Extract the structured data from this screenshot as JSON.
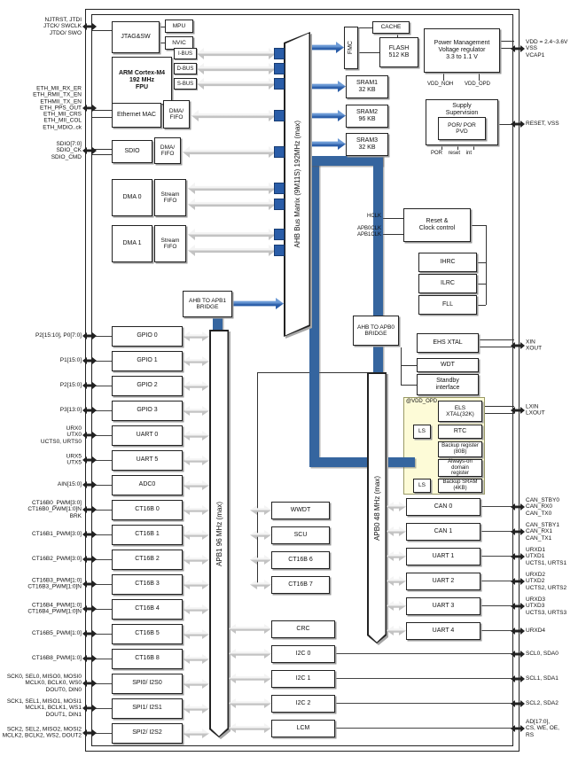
{
  "blocks": {
    "jtag": "JTAG&SW",
    "mpu": "MPU",
    "nvic": "NVIC",
    "cpu": "ARM Cortex-M4\n192 MHz\nFPU",
    "eth": "Ethernet MAC",
    "eth_fifo": "DMA/\nFIFO",
    "sdio": "SDIO",
    "sdio_fifo": "DMA/\nFIFO",
    "dma0": "DMA 0",
    "dma0_fifo": "Stream\nFIFO",
    "dma1": "DMA 1",
    "dma1_fifo": "Stream\nFIFO",
    "matrix": "AHB Bus Matrix (9M11S) 192MHz (max)",
    "fmc": "FMC",
    "cache": "CACHE",
    "flash": "FLASH\n512 KB",
    "pm": "Power Management\nVoltage regulator\n3.3 to 1.1 V",
    "sram1": "SRAM1\n32 KB",
    "sram2": "SRAM2\n96 KB",
    "sram3": "SRAM3\n32 KB",
    "supply": "Supply\nSupervision",
    "por": "POR/ POR\nPVD",
    "por_pins": "POR  reset  int",
    "rcc": "Reset &\nClock control",
    "ihrc": "IHRC",
    "ilrc": "ILRC",
    "fll": "FLL",
    "ehs": "EHS XTAL",
    "wdt": "WDT",
    "standby": "Standby\ninterface",
    "vdd_domain": "@VDD_OPD",
    "els": "ELS\nXTAL(32K)",
    "rtc": "RTC",
    "backup_reg": "Backup register\n(80B)",
    "aod_reg": "Always-on domain\nregister",
    "backup_sram": "Backup SRAM\n(4KB)",
    "ls1": "LS",
    "ls2": "LS",
    "bridge1": "AHB TO APB1\nBRIDGE",
    "bridge0": "AHB TO APB0\nBRIDGE",
    "apb1": "APB1 96 MHz (max)",
    "apb0": "APB0 48 MHz (max)"
  },
  "bus_labels": [
    "I-BUS",
    "D-BUS",
    "S-BUS"
  ],
  "pm_pins": [
    "VDD_NOH",
    "VDD_OPD"
  ],
  "rcc_in": [
    "HCLK",
    "APB0CLK\nAPB1CLK"
  ],
  "left_blocks": [
    "GPIO 0",
    "GPIO 1",
    "GPIO 2",
    "GPIO 3",
    "UART 0",
    "UART 5",
    "ADC0",
    "CT16B 0",
    "CT16B 1",
    "CT16B 2",
    "CT16B 3",
    "CT16B 4",
    "CT16B 5",
    "CT16B 8",
    "SPI0/ I2S0",
    "SPI1/ I2S1",
    "SPI2/ I2S2"
  ],
  "mid_blocks": [
    "WWDT",
    "SCU",
    "CT16B 6",
    "CT16B 7"
  ],
  "bottom_blocks": [
    "CRC",
    "I2C 0",
    "I2C 1",
    "I2C 2",
    "LCM"
  ],
  "right_blocks": [
    "CAN 0",
    "CAN 1",
    "UART 1",
    "UART 2",
    "UART 3",
    "UART 4"
  ],
  "left_pins": [
    "NJTRST, JTDI\nJTCK/ SWCLK\nJTDO/ SWO",
    "ETH_MII_RX_ER\nETH_RMII_TX_EN\nETHMII_TX_EN\nETH_PPS_OUT\nETH_MII_CRS\nETH_MII_COL\nETH_MDIO..ck",
    "SDIO[7:0]\nSDIO_CK\nSDIO_CMD",
    "P2[15:10], P0[7:0]",
    "P1[15:0]",
    "P2[15:0]",
    "P3[13:0]",
    "URX0\nUTX0\nUCTS0, URTS0",
    "URX5\nUTX5",
    "AIN[15:0]",
    "CT16B0_PWM[3:0]\nCT16B0_PWM[1:0]N\nBRK",
    "CT16B1_PWM[3:0]",
    "CT16B2_PWM[3:0]",
    "CT16B3_PWM[1:0]\nCT16B3_PWM[1:0]N",
    "CT16B4_PWM[1:0]\nCT16B4_PWM[1:0]N",
    "CT16B5_PWM[1:0]",
    "CT16B8_PWM[1:0]",
    "SCK0, SEL0, MISO0, MOSI0\nMCLK0, BCLK0, WS0\nDOUT0, DIN0",
    "SCK1, SEL1, MISO1, MOSI1\nMCLK1, BCLK1, WS1\nDOUT1, DIN1",
    "SCK2, SEL2, MISO2, MOSI2\nMCLK2, BCLK2, WS2, DOUT2"
  ],
  "right_pins": [
    "VDD = 2.4~3.6V\nVSS\nVCAP1",
    "RESET, VSS",
    "XIN\nXOUT",
    "LXIN\nLXOUT",
    "CAN_STBY0\nCAN_RX0\nCAN_TX0",
    "CAN_STBY1\nCAN_RX1\nCAN_TX1",
    "URXD1\nUTXD1\nUCTS1, URTS1",
    "URXD2\nUTXD2\nUCTS2, URTS2",
    "URXD3\nUTXD3\nUCTS3, URTS3",
    "URXD4",
    "SCL0, SDA0",
    "SCL1, SDA1",
    "SCL2, SDA2",
    "AD[17:0],\nCS, WE, OE,\nRS"
  ]
}
